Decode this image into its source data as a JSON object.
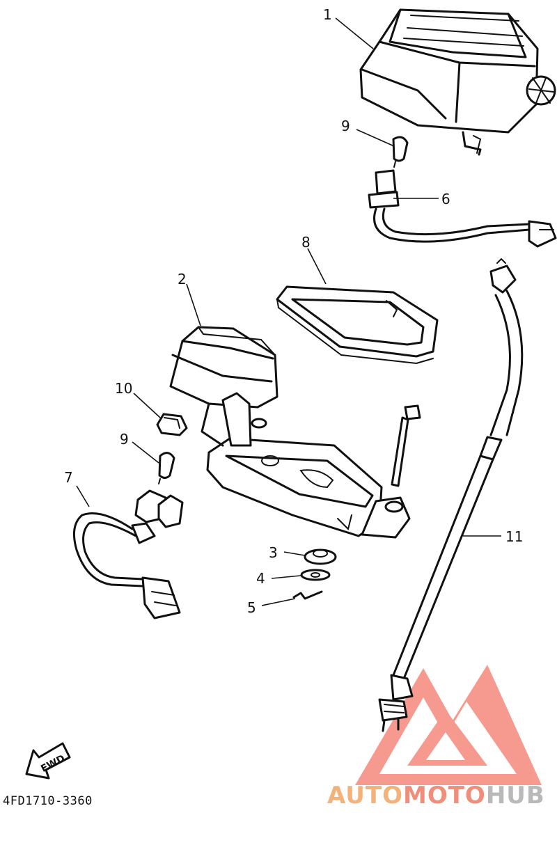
{
  "diagram": {
    "callouts": [
      {
        "id": "c1",
        "text": "1"
      },
      {
        "id": "c2",
        "text": "2"
      },
      {
        "id": "c3",
        "text": "3"
      },
      {
        "id": "c4",
        "text": "4"
      },
      {
        "id": "c5",
        "text": "5"
      },
      {
        "id": "c6",
        "text": "6"
      },
      {
        "id": "c7",
        "text": "7"
      },
      {
        "id": "c8",
        "text": "8"
      },
      {
        "id": "c9a",
        "text": "9"
      },
      {
        "id": "c9b",
        "text": "9"
      },
      {
        "id": "c10",
        "text": "10"
      },
      {
        "id": "c11",
        "text": "11"
      }
    ],
    "fwd_label": "FWD",
    "part_code": "4FD1710-3360"
  },
  "watermark": {
    "part1": "AUTO",
    "part2": "MOTO",
    "part3": "HUB",
    "colors": {
      "part1": "#f3b27a",
      "part2": "#f08e7c",
      "part3": "#b9b9b9",
      "triangle": "#f4796b"
    }
  }
}
